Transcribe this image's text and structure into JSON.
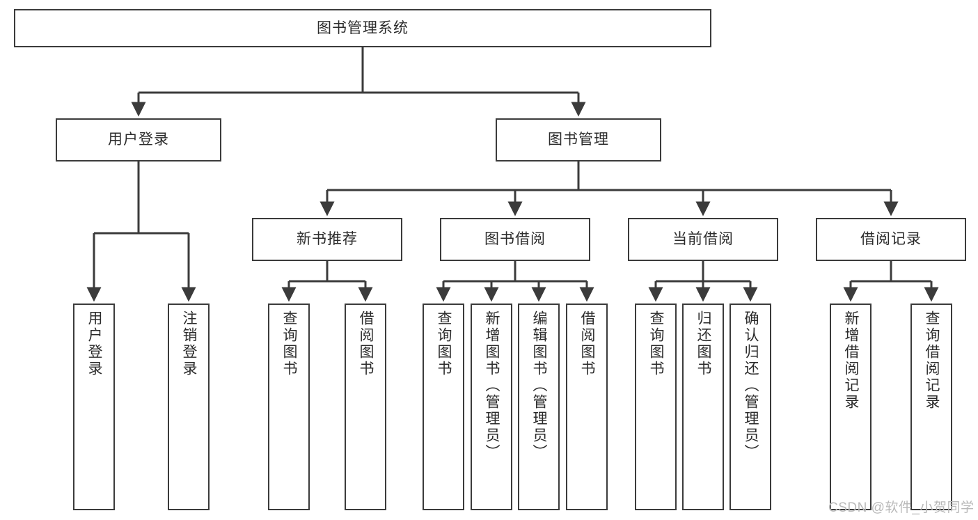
{
  "diagram": {
    "type": "tree",
    "title": "图书管理系统",
    "orientation": "top-down",
    "colors": {
      "box_border": "#3b3b3b",
      "box_fill": "#ffffff",
      "connector": "#3b3b3b",
      "text": "#2b2b2b",
      "watermark": "#b9b9b9"
    },
    "root": {
      "id": "root",
      "label": "图书管理系统",
      "text_direction": "horizontal"
    },
    "level2": [
      {
        "id": "user-login",
        "label": "用户登录",
        "text_direction": "horizontal"
      },
      {
        "id": "book-manage",
        "label": "图书管理",
        "text_direction": "horizontal"
      }
    ],
    "level3": [
      {
        "id": "new-book-rec",
        "label": "新书推荐",
        "text_direction": "horizontal",
        "parent": "book-manage"
      },
      {
        "id": "book-borrow",
        "label": "图书借阅",
        "text_direction": "horizontal",
        "parent": "book-manage"
      },
      {
        "id": "current-borrow",
        "label": "当前借阅",
        "text_direction": "horizontal",
        "parent": "book-manage"
      },
      {
        "id": "borrow-record",
        "label": "借阅记录",
        "text_direction": "horizontal",
        "parent": "book-manage"
      }
    ],
    "leaves": [
      {
        "id": "leaf-user-login",
        "label": "用户登录",
        "text_direction": "vertical",
        "parent": "user-login"
      },
      {
        "id": "leaf-user-logout",
        "label": "注销登录",
        "text_direction": "vertical",
        "parent": "user-login"
      },
      {
        "id": "leaf-query-book-1",
        "label": "查询图书",
        "text_direction": "vertical",
        "parent": "new-book-rec"
      },
      {
        "id": "leaf-borrow-book-1",
        "label": "借阅图书",
        "text_direction": "vertical",
        "parent": "new-book-rec"
      },
      {
        "id": "leaf-query-book-2",
        "label": "查询图书",
        "text_direction": "vertical",
        "parent": "book-borrow"
      },
      {
        "id": "leaf-add-book",
        "label": "新增图书（管理员）",
        "text_direction": "vertical",
        "parent": "book-borrow"
      },
      {
        "id": "leaf-edit-book",
        "label": "编辑图书（管理员）",
        "text_direction": "vertical",
        "parent": "book-borrow"
      },
      {
        "id": "leaf-borrow-book-2",
        "label": "借阅图书",
        "text_direction": "vertical",
        "parent": "book-borrow"
      },
      {
        "id": "leaf-query-book-3",
        "label": "查询图书",
        "text_direction": "vertical",
        "parent": "current-borrow"
      },
      {
        "id": "leaf-return-book",
        "label": "归还图书",
        "text_direction": "vertical",
        "parent": "current-borrow"
      },
      {
        "id": "leaf-confirm-return",
        "label": "确认归还（管理员）",
        "text_direction": "vertical",
        "parent": "current-borrow"
      },
      {
        "id": "leaf-add-record",
        "label": "新增借阅记录",
        "text_direction": "vertical",
        "parent": "borrow-record"
      },
      {
        "id": "leaf-query-record",
        "label": "查询借阅记录",
        "text_direction": "vertical",
        "parent": "borrow-record"
      }
    ]
  },
  "watermark": {
    "text": "CSDN @软件_小贺同学"
  }
}
